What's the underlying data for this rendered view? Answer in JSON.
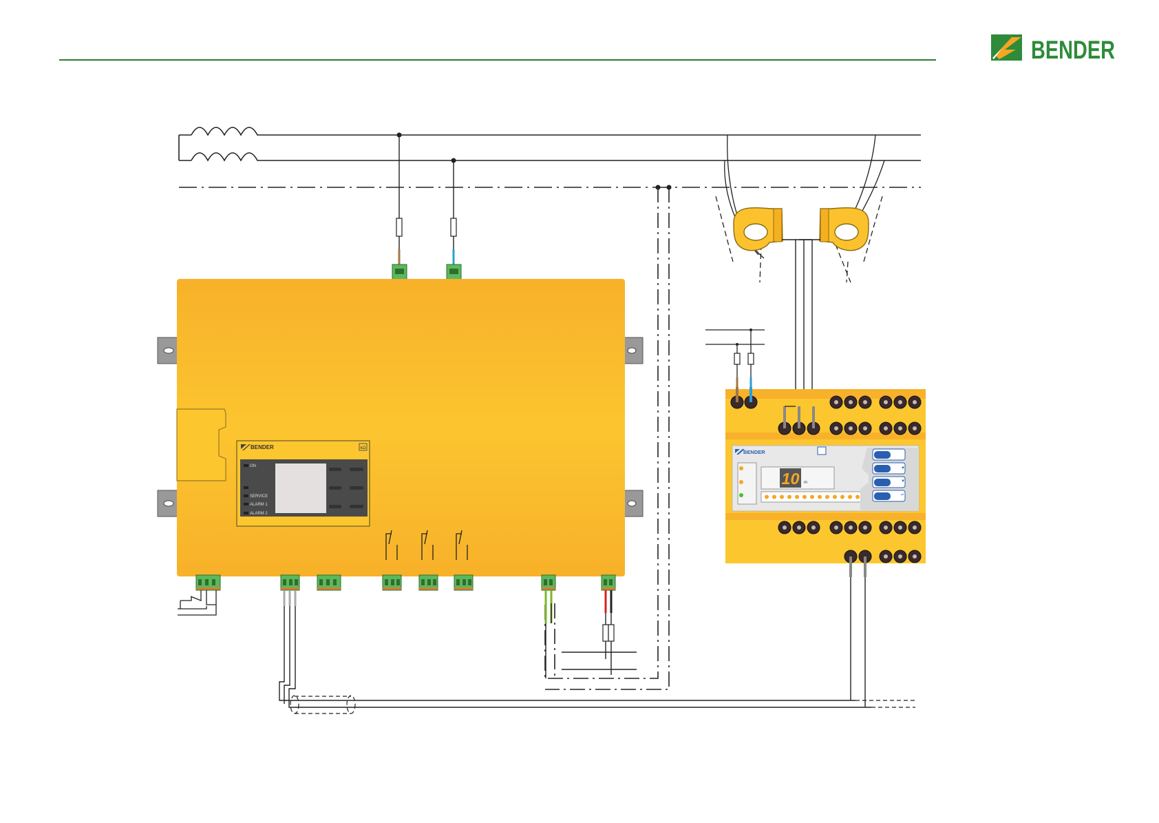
{
  "brand": {
    "name": "BENDER",
    "green": "#2e8b3a",
    "orange": "#f5a623"
  },
  "colors": {
    "device_yellow": "#fbc22d",
    "terminal_green": "#5cb85c",
    "wire_brown": "#a07845",
    "wire_blue": "#2a9fd6",
    "wire_red": "#d62020",
    "header_line": "#2e7d32"
  },
  "isometer": {
    "brand_label": "BENDER",
    "unit_symbol": "kΩ",
    "leds": [
      "ON",
      "",
      "SERVICE",
      "ALARM 1",
      "ALARM 2"
    ]
  },
  "evaluator": {
    "brand_label": "BENDER",
    "display_value": "10",
    "display_unit": "m",
    "button_marks": [
      "",
      "▲",
      "▼",
      "↵"
    ]
  }
}
